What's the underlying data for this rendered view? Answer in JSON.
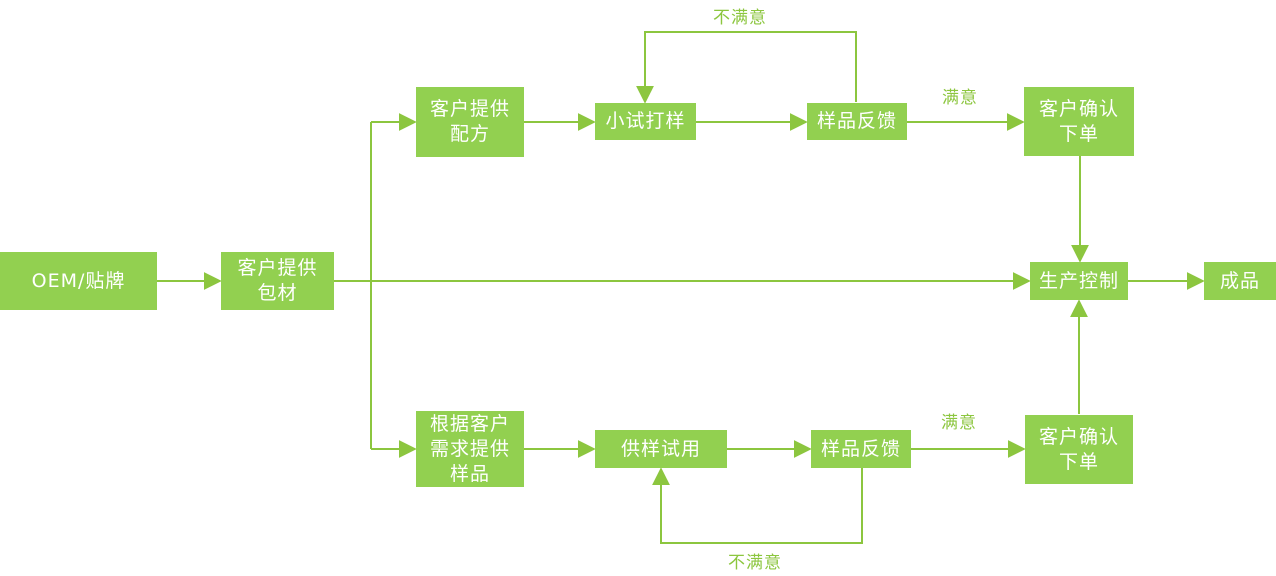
{
  "colors": {
    "node_fill": "#92d050",
    "node_text": "#ffffff",
    "connector": "#8cc63f",
    "label_text": "#8cc63f"
  },
  "nodes": {
    "oem": "OEM/贴牌",
    "provide_packaging": "客户提供\n包材",
    "provide_formula": "客户提供\n配方",
    "trial_sample": "小试打样",
    "feedback_top": "样品反馈",
    "confirm_top": "客户确认\n下单",
    "production_control": "生产控制",
    "finished_product": "成品",
    "sample_by_demand": "根据客户\n需求提供\n样品",
    "trial_use": "供样试用",
    "feedback_bottom": "样品反馈",
    "confirm_bottom": "客户确认\n下单"
  },
  "labels": {
    "dissatisfied_top": "不满意",
    "satisfied_top": "满意",
    "satisfied_bottom": "满意",
    "dissatisfied_bottom": "不满意"
  }
}
